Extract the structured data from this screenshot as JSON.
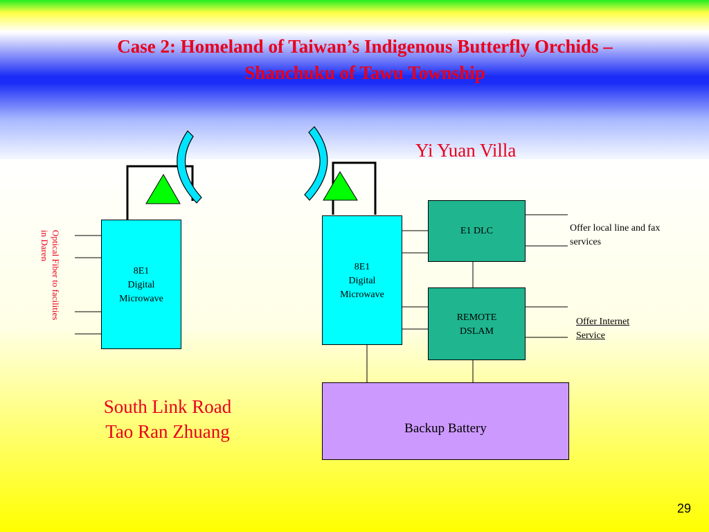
{
  "slide": {
    "title_line1": "Case 2: Homeland of Taiwan’s Indigenous Butterfly Orchids –",
    "title_line2": "Shanchuku of Tawu Township",
    "page_number": "29"
  },
  "colors": {
    "title": "#e8001c",
    "microwave_box": "#00ffff",
    "dlc_box": "#1fb58f",
    "battery_box": "#cc99ff",
    "antenna": "#00ff00",
    "dish": "#00e5ff"
  },
  "left_site": {
    "name_line1": "South Link Road",
    "name_line2": "Tao Ran Zhuang",
    "fiber_line1": "Optical Fiber to facilities",
    "fiber_line2": "in Daren",
    "microwave": {
      "line1": "8E1",
      "line2": "Digital",
      "line3": "Microwave"
    }
  },
  "right_site": {
    "name": "Yi Yuan Villa",
    "microwave": {
      "line1": "8E1",
      "line2": "Digital",
      "line3": "Microwave"
    },
    "dlc": {
      "label": "E1 DLC"
    },
    "dslam": {
      "line1": "REMOTE",
      "line2": "DSLAM"
    },
    "battery": {
      "label": "Backup Battery"
    },
    "note_voice_line1": "Offer local line and fax",
    "note_voice_line2": "services",
    "note_internet_line1": "Offer Internet",
    "note_internet_line2": "Service"
  }
}
